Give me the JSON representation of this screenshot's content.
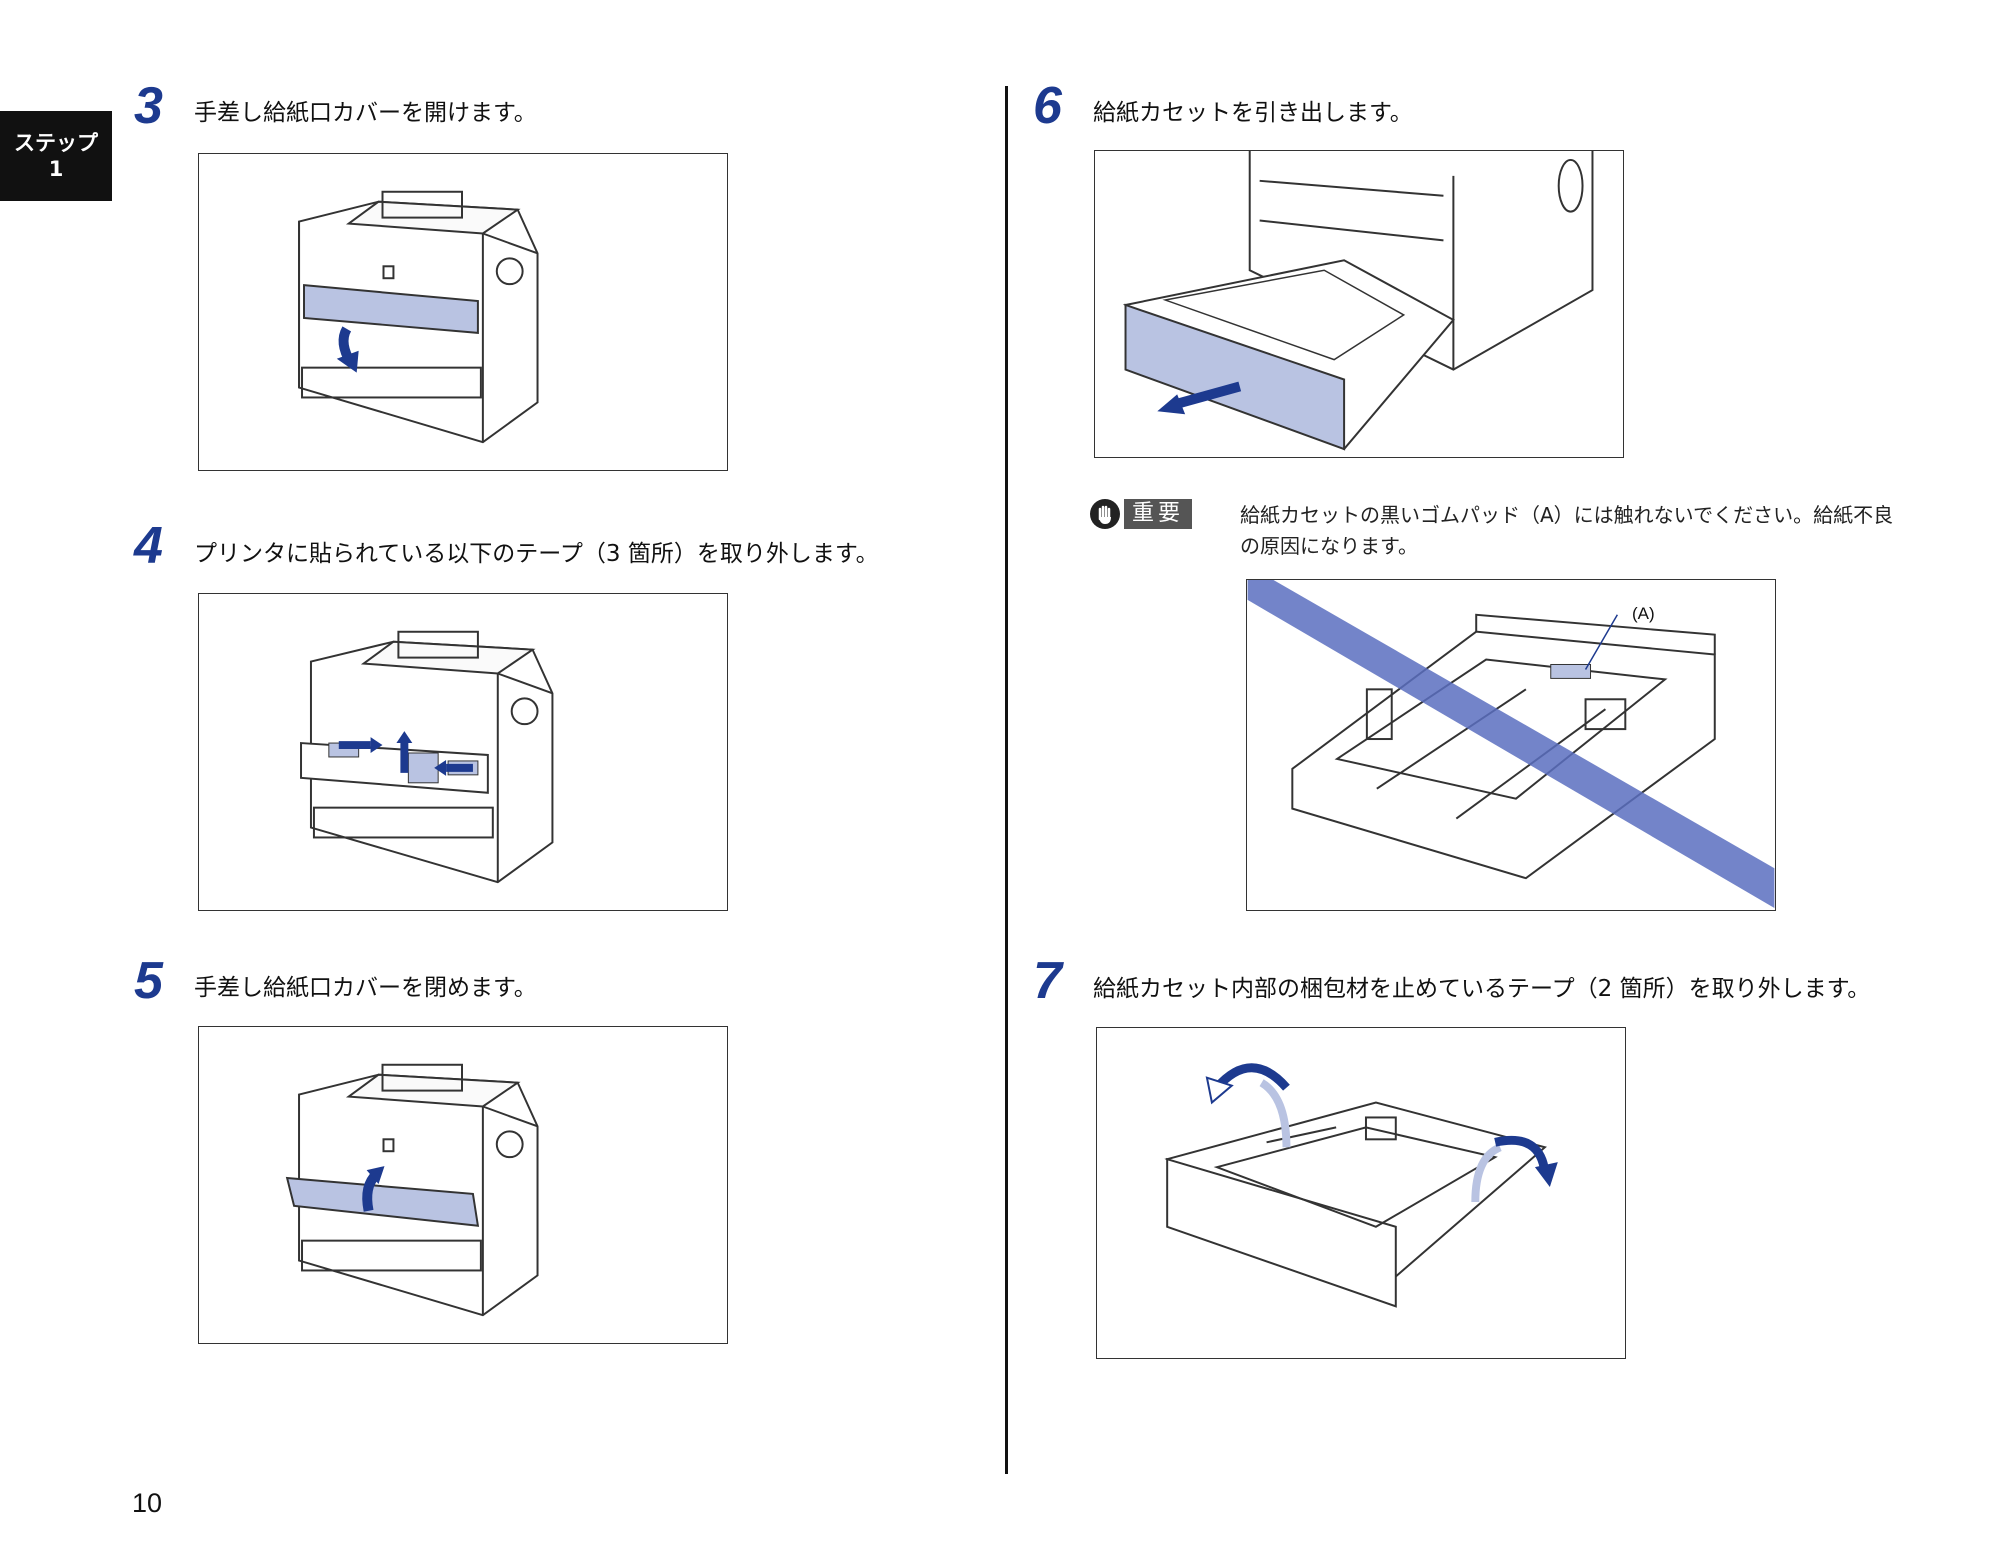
{
  "side_tab": {
    "line1": "ステップ",
    "line2": "1"
  },
  "page_number": "10",
  "steps": {
    "s3": {
      "number": "3",
      "text": "手差し給紙口カバーを開けます。"
    },
    "s4": {
      "number": "4",
      "text": "プリンタに貼られている以下のテープ（3 箇所）を取り外します。"
    },
    "s5": {
      "number": "5",
      "text": "手差し給紙口カバーを閉めます。"
    },
    "s6": {
      "number": "6",
      "text": "給紙カセットを引き出します。"
    },
    "s7": {
      "number": "7",
      "text": "給紙カセット内部の梱包材を止めているテープ（2 箇所）を取り外します。"
    }
  },
  "important": {
    "label": "重要",
    "text": "給紙カセットの黒いゴムパッド（A）には触れないでください。給紙不良の原因になります。",
    "callout_label": "(A)"
  },
  "colors": {
    "accent_blue": "#1d3a8f",
    "part_fill": "#b9c3e2",
    "prohibit_band": "#5b6fbf"
  }
}
